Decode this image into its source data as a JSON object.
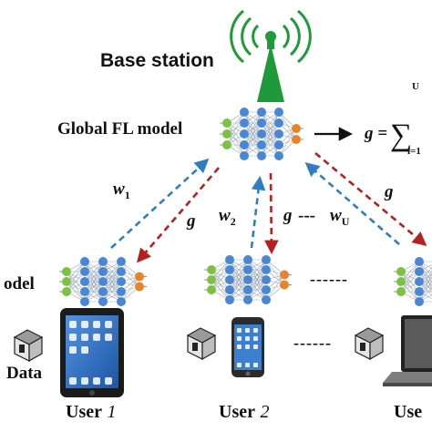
{
  "base_station": {
    "label": "Base station"
  },
  "global_model": {
    "label": "Global FL model",
    "formula_lhs": "g =",
    "sum_upper": "U",
    "sum_lower": "i=1"
  },
  "arrows": {
    "w1": "w",
    "w1_sub": "1",
    "w2": "w",
    "w2_sub": "2",
    "wU": "w",
    "wU_sub": "U",
    "g_left": "g",
    "g_mid": "g",
    "g_right": "g",
    "mid_dashes": "---"
  },
  "left_edge": {
    "model_fragment": "odel",
    "data_label": "Data"
  },
  "separators": {
    "models": "------",
    "devices": "------"
  },
  "users": [
    {
      "label": "User",
      "index": "1"
    },
    {
      "label": "User",
      "index": "2"
    },
    {
      "label": "Use"
    }
  ],
  "colors": {
    "green_node": "#7cc142",
    "blue_node": "#4a86d6",
    "orange_node": "#e8832a",
    "uplink": "#2f7ec2",
    "downlink": "#b52020",
    "tower": "#1e9a3a"
  }
}
